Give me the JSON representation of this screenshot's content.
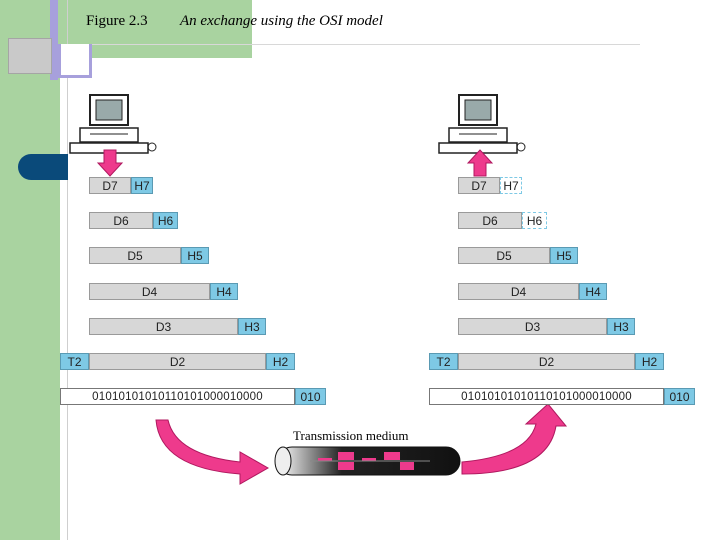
{
  "title": {
    "figure": "Figure 2.3",
    "caption": "An exchange using the OSI model"
  },
  "sender": {
    "layers": [
      {
        "data": "D7",
        "header": "H7"
      },
      {
        "data": "D6",
        "header": "H6"
      },
      {
        "data": "D5",
        "header": "H5"
      },
      {
        "data": "D4",
        "header": "H4"
      },
      {
        "data": "D3",
        "header": "H3"
      }
    ],
    "link": {
      "trailer": "T2",
      "data": "D2",
      "header": "H2"
    },
    "physical": {
      "bits": "01010101010110101000010000",
      "header": "010"
    }
  },
  "receiver": {
    "layers": [
      {
        "data": "D7",
        "header": "H7"
      },
      {
        "data": "D6",
        "header": "H6"
      },
      {
        "data": "D5",
        "header": "H5"
      },
      {
        "data": "D4",
        "header": "H4"
      },
      {
        "data": "D3",
        "header": "H3"
      }
    ],
    "link": {
      "trailer": "T2",
      "data": "D2",
      "header": "H2"
    },
    "physical": {
      "bits": "01010101010110101000010000",
      "header": "010"
    }
  },
  "medium": {
    "label": "Transmission medium"
  },
  "colors": {
    "accent": "#ee3a8c",
    "header": "#7ec9e5",
    "data": "#d7d7d7",
    "sidebar": "#a9d3a0"
  }
}
